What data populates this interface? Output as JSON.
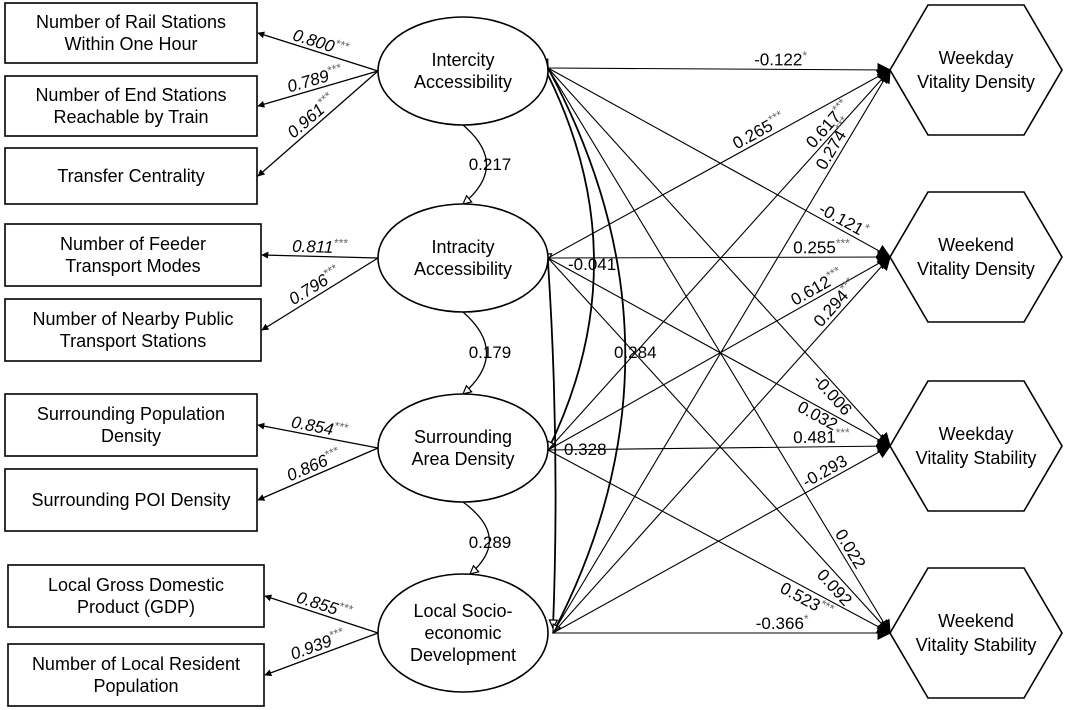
{
  "indicators": {
    "rail_stations_1h": [
      "Number of Rail Stations",
      "Within One Hour"
    ],
    "end_stations": [
      "Number of End Stations",
      "Reachable by Train"
    ],
    "transfer": [
      "Transfer Centrality"
    ],
    "feeder_modes": [
      "Number of Feeder",
      "Transport Modes"
    ],
    "nearby_stations": [
      "Number of Nearby Public",
      "Transport Stations"
    ],
    "pop_density": [
      "Surrounding Population",
      "Density"
    ],
    "poi_density": [
      "Surrounding POI Density"
    ],
    "gdp": [
      "Local Gross Domestic",
      "Product (GDP)"
    ],
    "resident_pop": [
      "Number of Local Resident",
      "Population"
    ]
  },
  "latents": {
    "intercity": [
      "Intercity",
      "Accessibility"
    ],
    "intracity": [
      "Intracity",
      "Accessibility"
    ],
    "density": [
      "Surrounding",
      "Area Density"
    ],
    "socio": [
      "Local Socio-",
      "economic",
      "Development"
    ]
  },
  "outcomes": {
    "wd_density": [
      "Weekday",
      "Vitality Density"
    ],
    "we_density": [
      "Weekend",
      "Vitality Density"
    ],
    "wd_stability": [
      "Weekday",
      "Vitality Stability"
    ],
    "we_stability": [
      "Weekend",
      "Vitality Stability"
    ]
  },
  "loadings": {
    "rail_stations_1h": {
      "value": "0.800",
      "sig": "***"
    },
    "end_stations": {
      "value": "0.789",
      "sig": "***"
    },
    "transfer": {
      "value": "0.961",
      "sig": "***"
    },
    "feeder_modes": {
      "value": "0.811",
      "sig": "***"
    },
    "nearby_stations": {
      "value": "0.796",
      "sig": "***"
    },
    "pop_density": {
      "value": "0.854",
      "sig": "***"
    },
    "poi_density": {
      "value": "0.866",
      "sig": "***"
    },
    "gdp": {
      "value": "0.855",
      "sig": "***"
    },
    "resident_pop": {
      "value": "0.939",
      "sig": "***"
    }
  },
  "covariances": {
    "intercity_intracity": "0.217",
    "intracity_density": "0.179",
    "density_socio": "0.289",
    "intercity_density": "-0.041",
    "intracity_socio": "0.328",
    "intercity_socio": "0.284"
  },
  "paths": {
    "intercity_wd_density": {
      "value": "-0.122",
      "sig": "*"
    },
    "intracity_wd_density": {
      "value": "0.265",
      "sig": "***"
    },
    "density_wd_density": {
      "value": "0.617",
      "sig": "***"
    },
    "socio_wd_density": {
      "value": "0.274",
      "sig": "***"
    },
    "intercity_we_density": {
      "value": "-0.121",
      "sig": "*"
    },
    "intracity_we_density": {
      "value": "0.255",
      "sig": "***"
    },
    "density_we_density": {
      "value": "0.612",
      "sig": "***"
    },
    "socio_we_density": {
      "value": "0.294",
      "sig": "***"
    },
    "intercity_wd_stability": {
      "value": "-0.006",
      "sig": ""
    },
    "intracity_wd_stability": {
      "value": "0.032",
      "sig": ""
    },
    "density_wd_stability": {
      "value": "0.481",
      "sig": "***"
    },
    "socio_wd_stability": {
      "value": "-0.293",
      "sig": ""
    },
    "intercity_we_stability": {
      "value": "0.022",
      "sig": ""
    },
    "intracity_we_stability": {
      "value": "0.092",
      "sig": ""
    },
    "density_we_stability": {
      "value": "0.523",
      "sig": "***"
    },
    "socio_we_stability": {
      "value": "-0.366",
      "sig": "*"
    }
  }
}
